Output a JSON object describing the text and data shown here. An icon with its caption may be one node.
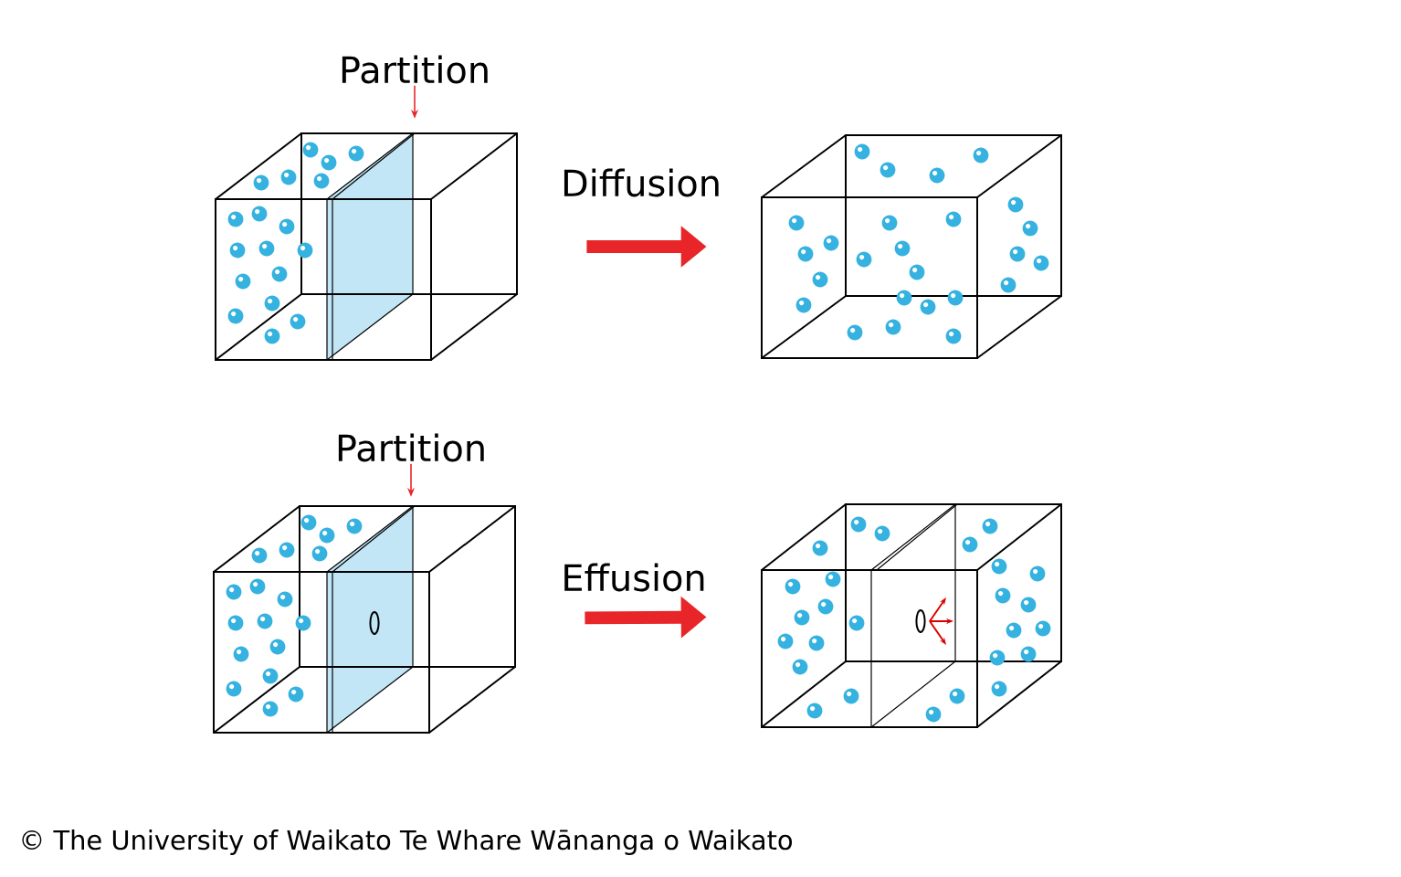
{
  "diagram": {
    "nodes": [
      {
        "text": [],
        "shape": "picture"
      },
      {
        "text": [],
        "shape": "picture"
      },
      {
        "text": [],
        "shape": "picture"
      },
      {
        "text": [],
        "shape": "picture"
      },
      {
        "text": [
          "Partition"
        ]
      },
      {
        "text": [
          "Partition"
        ]
      }
    ],
    "edges": [
      {
        "from": 0,
        "to": 1,
        "arrow": "to",
        "label": "Diffusion",
        "style": "thick"
      },
      {
        "from": 2,
        "to": 3,
        "arrow": "to",
        "label": "Effusion",
        "style": "thick"
      },
      {
        "from": 4,
        "to": null,
        "arrow": "to"
      },
      {
        "from": 5,
        "to": null,
        "arrow": "to"
      }
    ],
    "labels": [
      "© The University of Waikato Te Whare Wānanga o Waikato"
    ]
  }
}
